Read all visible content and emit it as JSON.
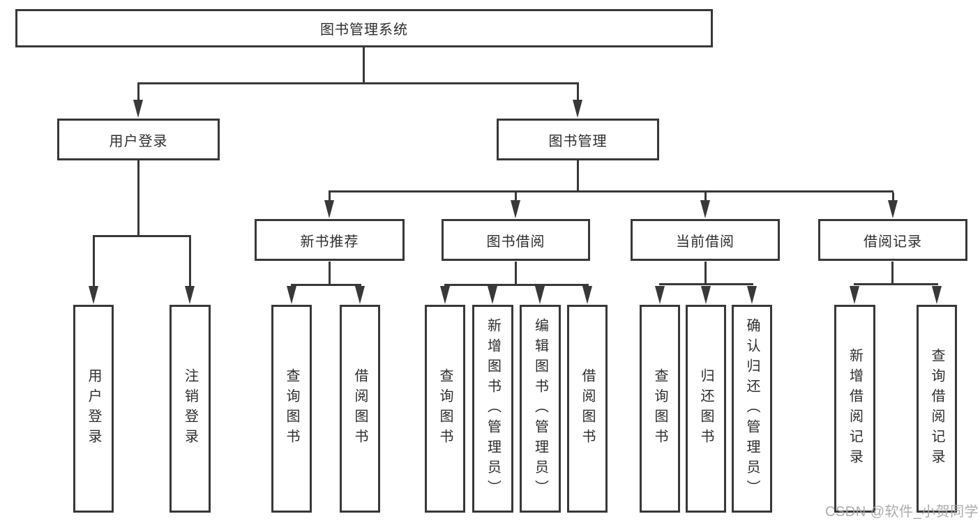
{
  "diagram": {
    "root": "图书管理系统",
    "level2": {
      "user_login": "用户登录",
      "book_management": "图书管理"
    },
    "level3": {
      "new_book_recommend": "新书推荐",
      "book_borrowing": "图书借阅",
      "current_borrowing": "当前借阅",
      "borrowing_records": "借阅记录"
    },
    "leaves": {
      "user_login": [
        "用户登录",
        "注销登录"
      ],
      "new_book_recommend": [
        "查询图书",
        "借阅图书"
      ],
      "book_borrowing": [
        "查询图书",
        "新增图书（管理员）",
        "编辑图书（管理员）",
        "借阅图书"
      ],
      "current_borrowing": [
        "查询图书",
        "归还图书",
        "确认归还（管理员）"
      ],
      "borrowing_records": [
        "新增借阅记录",
        "查询借阅记录"
      ]
    },
    "watermark": "CSDN @软件_小贺同学",
    "colors": {
      "line": "#383838",
      "text": "#2d2d2d",
      "watermark": "#a5a5a5",
      "background": "#ffffff"
    }
  }
}
